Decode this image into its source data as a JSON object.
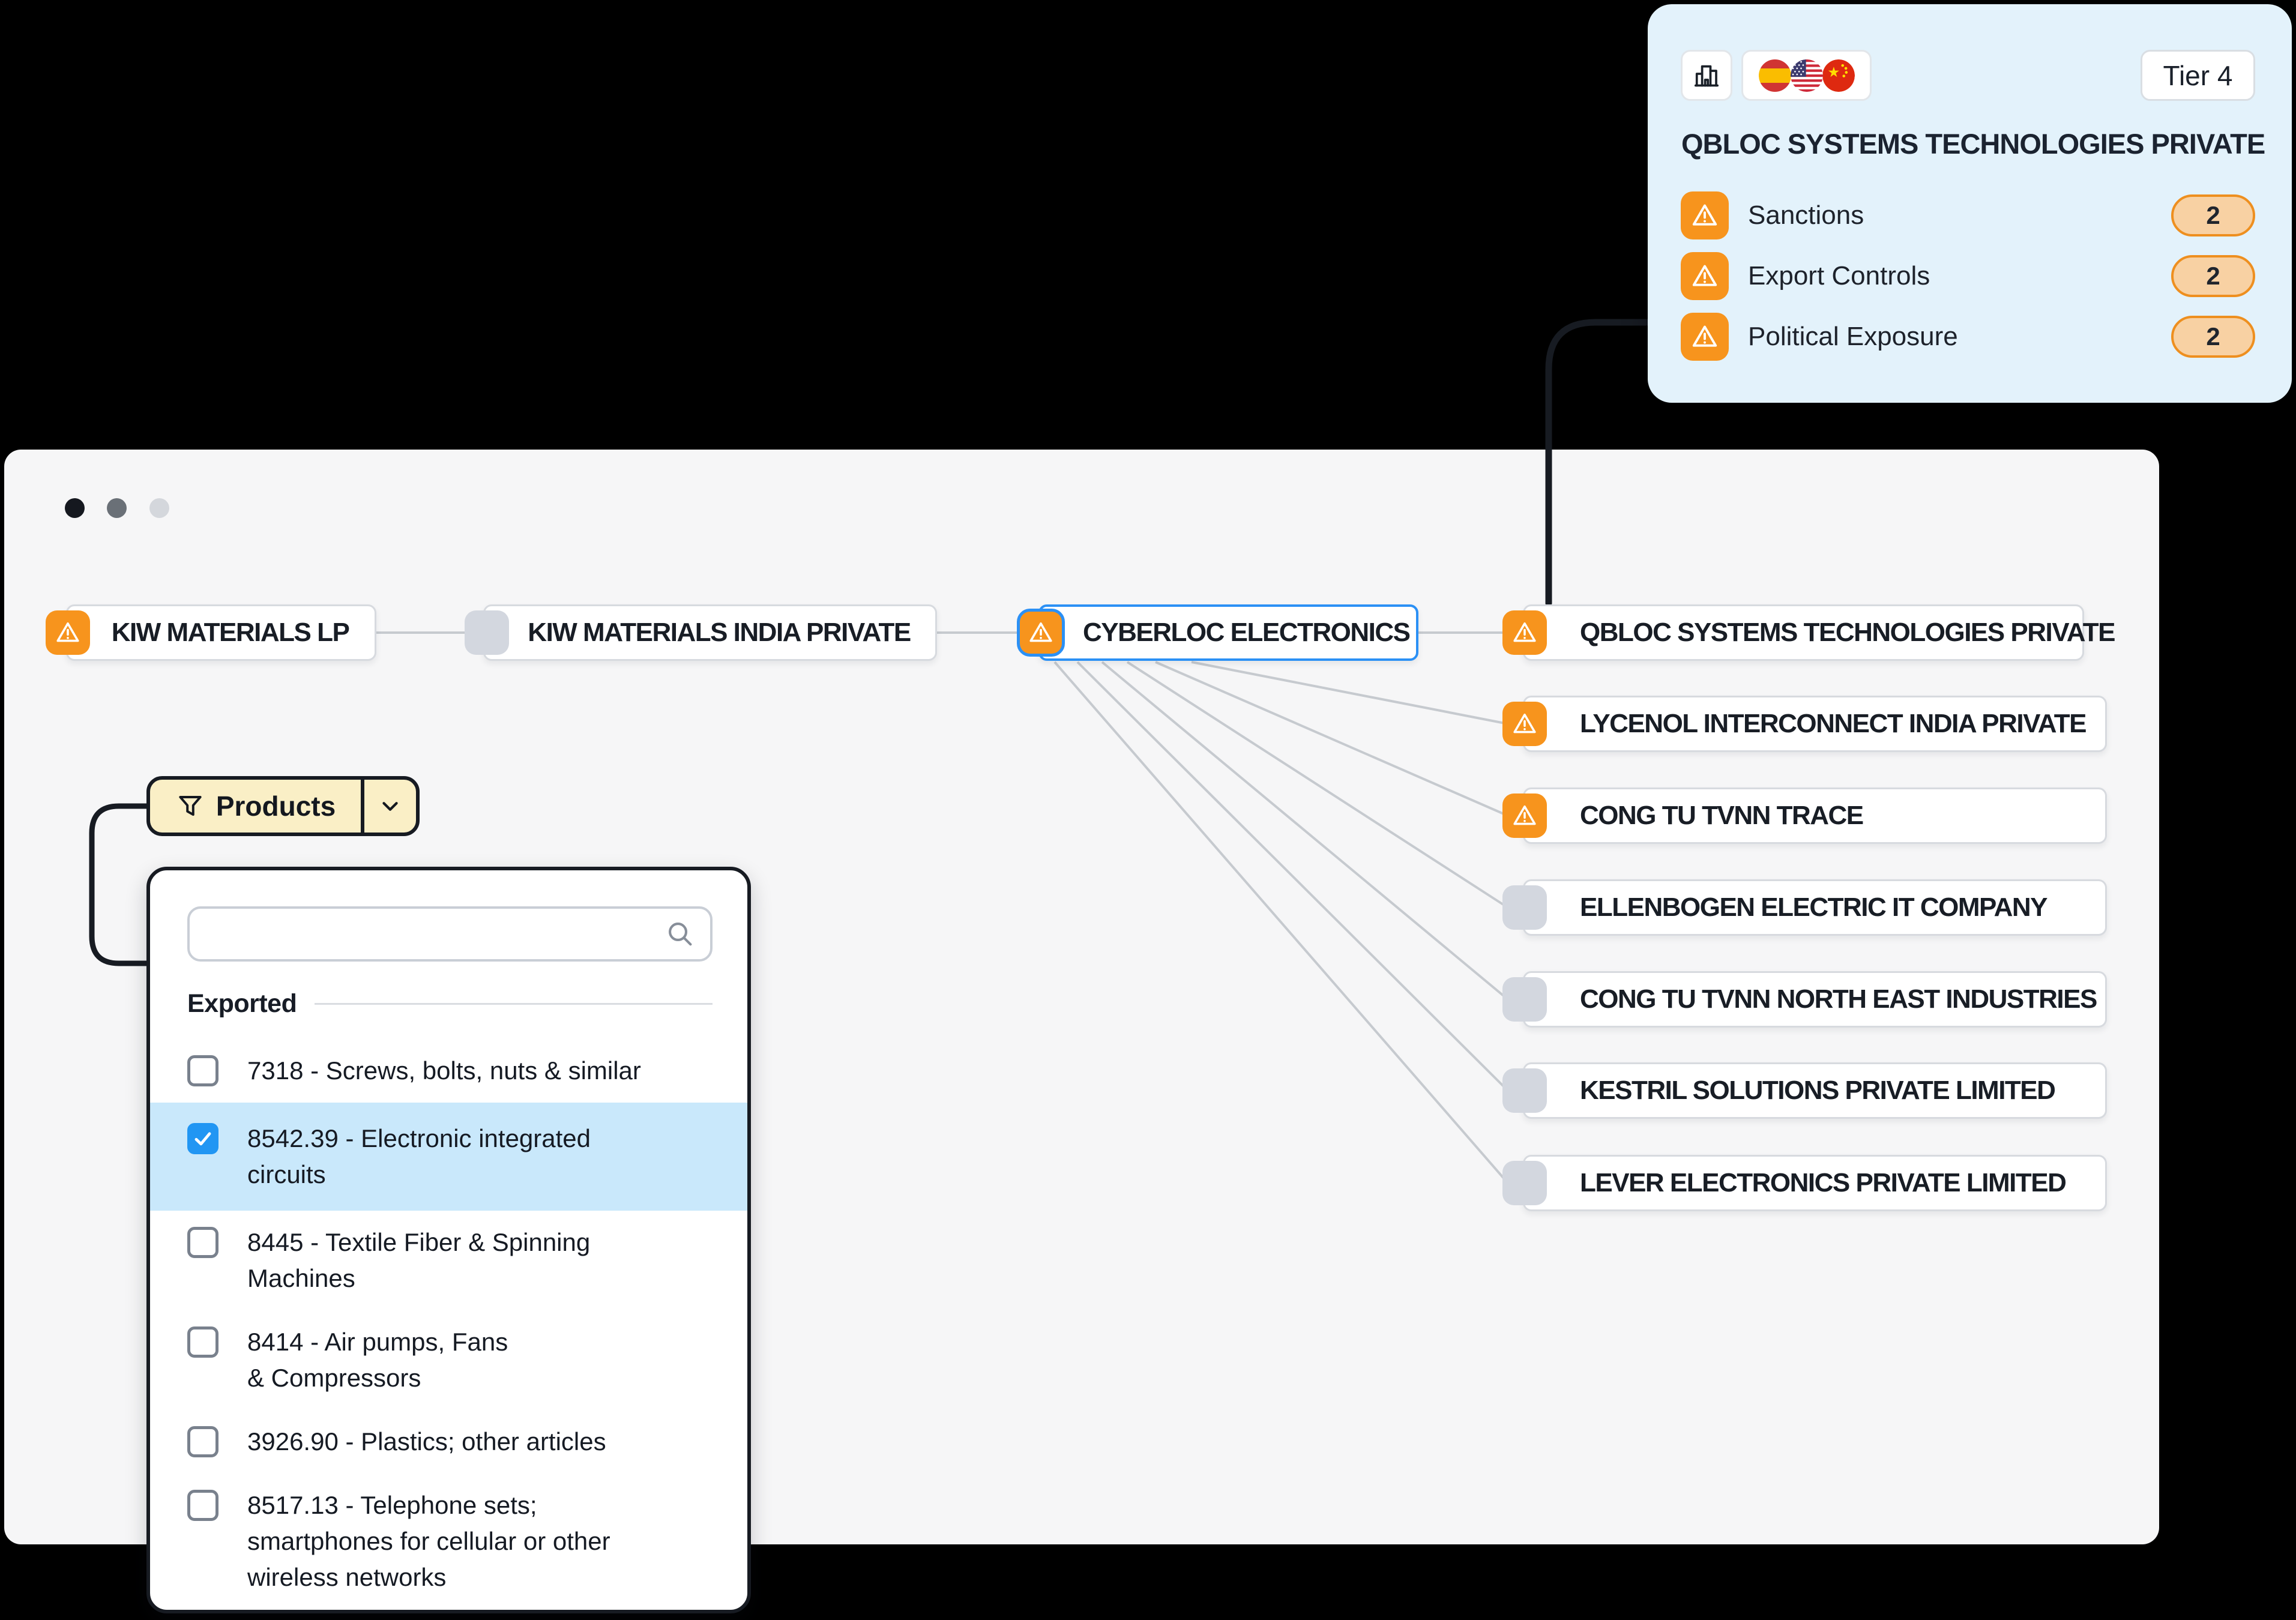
{
  "window": {
    "dots": [
      "#15181F",
      "#6A7077",
      "#D4D7DC"
    ]
  },
  "tooltip_card": {
    "tier_label": "Tier 4",
    "company": "QBLOC SYSTEMS TECHNOLOGIES PRIVATE",
    "icons": [
      "building-icon",
      "flag-spain",
      "flag-usa",
      "flag-china"
    ],
    "risks": [
      {
        "label": "Sanctions",
        "count": "2"
      },
      {
        "label": "Export Controls",
        "count": "2"
      },
      {
        "label": "Political Exposure",
        "count": "2"
      }
    ]
  },
  "graph": {
    "chain": [
      {
        "label": "KIW MATERIALS LP",
        "risk": true,
        "selected": false
      },
      {
        "label": "KIW MATERIALS INDIA PRIVATE",
        "risk": false,
        "selected": false
      },
      {
        "label": "CYBERLOC ELECTRONICS",
        "risk": true,
        "selected": true
      }
    ],
    "right": [
      {
        "label": "QBLOC SYSTEMS TECHNOLOGIES PRIVATE",
        "risk": true
      },
      {
        "label": "LYCENOL INTERCONNECT INDIA PRIVATE",
        "risk": true
      },
      {
        "label": "CONG TU TVNN TRACE",
        "risk": true
      },
      {
        "label": "ELLENBOGEN ELECTRIC IT COMPANY",
        "risk": false
      },
      {
        "label": "CONG TU TVNN NORTH EAST INDUSTRIES",
        "risk": false
      },
      {
        "label": "KESTRIL SOLUTIONS PRIVATE LIMITED",
        "risk": false
      },
      {
        "label": "LEVER ELECTRONICS PRIVATE LIMITED",
        "risk": false
      }
    ]
  },
  "filter": {
    "button_label": "Products",
    "section_label": "Exported",
    "search_placeholder": "",
    "products": [
      {
        "label": "7318 - Screws, bolts, nuts & similar",
        "checked": false
      },
      {
        "label": "8542.39 - Electronic integrated\ncircuits",
        "checked": true
      },
      {
        "label": "8445 - Textile Fiber & Spinning\nMachines",
        "checked": false
      },
      {
        "label": "8414 - Air pumps, Fans\n& Compressors",
        "checked": false
      },
      {
        "label": "3926.90 - Plastics; other articles",
        "checked": false
      },
      {
        "label": "8517.13 - Telephone sets;\nsmartphones for cellular or other\nwireless networks",
        "checked": false
      }
    ]
  },
  "colors": {
    "warning_orange": "#F7941D",
    "neutral_icon_gray": "#D3D7DF",
    "selected_blue": "#2B90F5",
    "checkbox_blue": "#2196F3",
    "highlight_row_blue": "#C9E8FB",
    "card_background": "#E3F2FB",
    "filter_cream": "#FAEFC6",
    "count_badge_fill": "#F8D1A3",
    "count_badge_border": "#EE8F1F",
    "connector_dark": "#171B22",
    "connector_gray": "#C6CACF",
    "panel_background": "#F6F6F7"
  }
}
